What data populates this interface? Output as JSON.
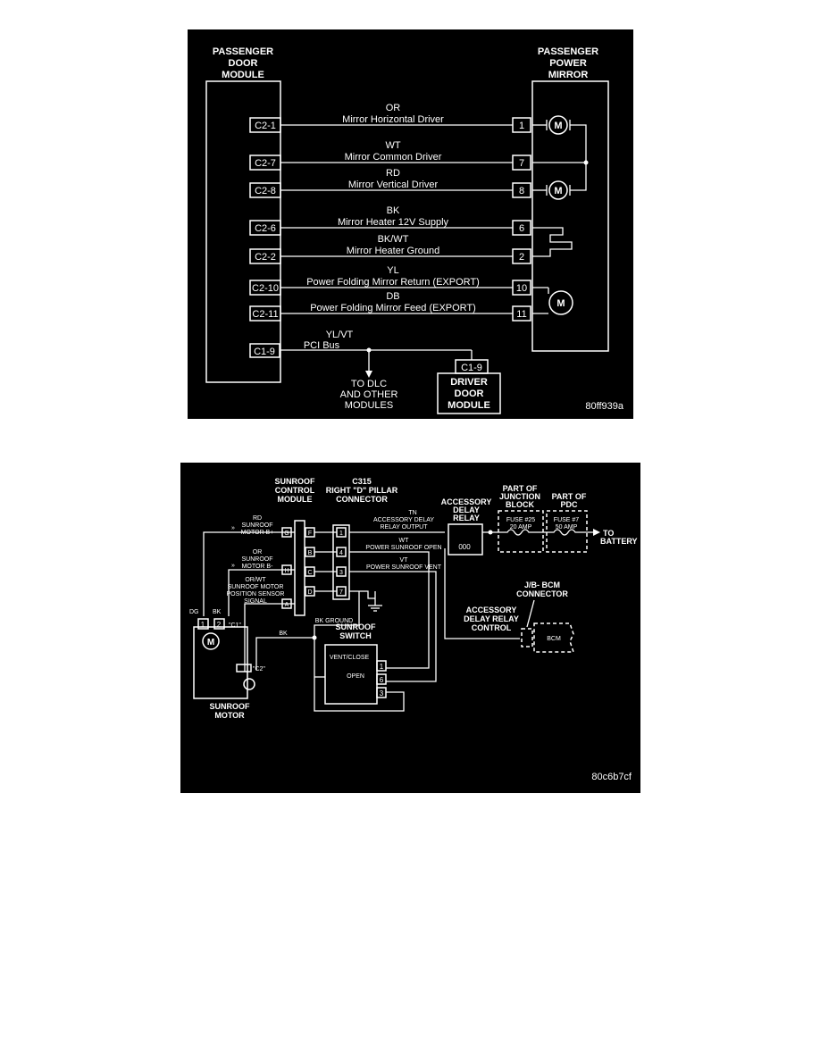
{
  "diagram1": {
    "left_module": [
      "PASSENGER",
      "DOOR",
      "MODULE"
    ],
    "right_module": [
      "PASSENGER",
      "POWER",
      "MIRROR"
    ],
    "wires": [
      {
        "from": "C2-1",
        "color": "OR",
        "name": "Mirror Horizontal Driver",
        "to": "1"
      },
      {
        "from": "C2-7",
        "color": "WT",
        "name": "Mirror Common Driver",
        "to": "7"
      },
      {
        "from": "C2-8",
        "color": "RD",
        "name": "Mirror Vertical Driver",
        "to": "8"
      },
      {
        "from": "C2-6",
        "color": "BK",
        "name": "Mirror Heater 12V Supply",
        "to": "6"
      },
      {
        "from": "C2-2",
        "color": "BK/WT",
        "name": "Mirror Heater Ground",
        "to": "2"
      },
      {
        "from": "C2-10",
        "color": "YL",
        "name": "Power Folding Mirror Return (EXPORT)",
        "to": "10"
      },
      {
        "from": "C2-11",
        "color": "DB",
        "name": "Power Folding Mirror Feed (EXPORT)",
        "to": "11"
      }
    ],
    "bus": {
      "from": "C1-9",
      "color": "YL/VT",
      "name": "PCI Bus",
      "to": "C1-9"
    },
    "motor_label": "M",
    "dlc_text": [
      "TO DLC",
      "AND OTHER",
      "MODULES"
    ],
    "driver_module": [
      "DRIVER",
      "DOOR",
      "MODULE"
    ],
    "figure_id": "80ff939a"
  },
  "diagram2": {
    "control_module": [
      "SUNROOF",
      "CONTROL",
      "MODULE"
    ],
    "connector_title": [
      "C315",
      "RIGHT \"D\" PILLAR",
      "CONNECTOR"
    ],
    "module_pins": [
      "G",
      "H",
      "A"
    ],
    "module_pins_right": [
      "F",
      "B",
      "C",
      "D"
    ],
    "connector_pins": [
      "1",
      "4",
      "3",
      "7"
    ],
    "wire_labels": {
      "tn": [
        "TN",
        "ACCESSORY DELAY",
        "RELAY OUTPUT"
      ],
      "wt": [
        "WT",
        "POWER SUNROOF OPEN"
      ],
      "vt": [
        "VT",
        "POWER SUNROOF VENT"
      ]
    },
    "left_labels": {
      "rd": [
        "RD",
        "SUNROOF",
        "MOTOR B+"
      ],
      "or": [
        "OR",
        "SUNROOF",
        "MOTOR B-"
      ],
      "orwt": [
        "OR/WT",
        "SUNROOF MOTOR",
        "POSITION SENSOR",
        "SIGNAL"
      ]
    },
    "relay": [
      "ACCESSORY",
      "DELAY",
      "RELAY"
    ],
    "junction": [
      "PART OF",
      "JUNCTION",
      "BLOCK"
    ],
    "fuse25": [
      "FUSE #25",
      "20 AMP"
    ],
    "pdc": [
      "PART OF",
      "PDC"
    ],
    "fuse7": [
      "FUSE #7",
      "50 AMP"
    ],
    "to_battery": [
      "TO",
      "BATTERY"
    ],
    "bcm_connector": [
      "J/B- BCM",
      "CONNECTOR"
    ],
    "relay_control": [
      "ACCESSORY",
      "DELAY RELAY",
      "CONTROL"
    ],
    "bcm": "BCM",
    "dg": "DG",
    "bk": "BK",
    "c1": "\"C1\"",
    "c2": "\"C2\"",
    "motor_pins": [
      "1",
      "2"
    ],
    "motor_label": "M",
    "motor_caption": [
      "SUNROOF",
      "MOTOR"
    ],
    "bk_ground": "BK GROUND",
    "switch_title": [
      "SUNROOF",
      "SWITCH"
    ],
    "vent_close": "VENT/CLOSE",
    "open": "OPEN",
    "switch_pins": [
      "1",
      "6",
      "3"
    ],
    "coil": "000",
    "figure_id": "80c6b7cf"
  }
}
